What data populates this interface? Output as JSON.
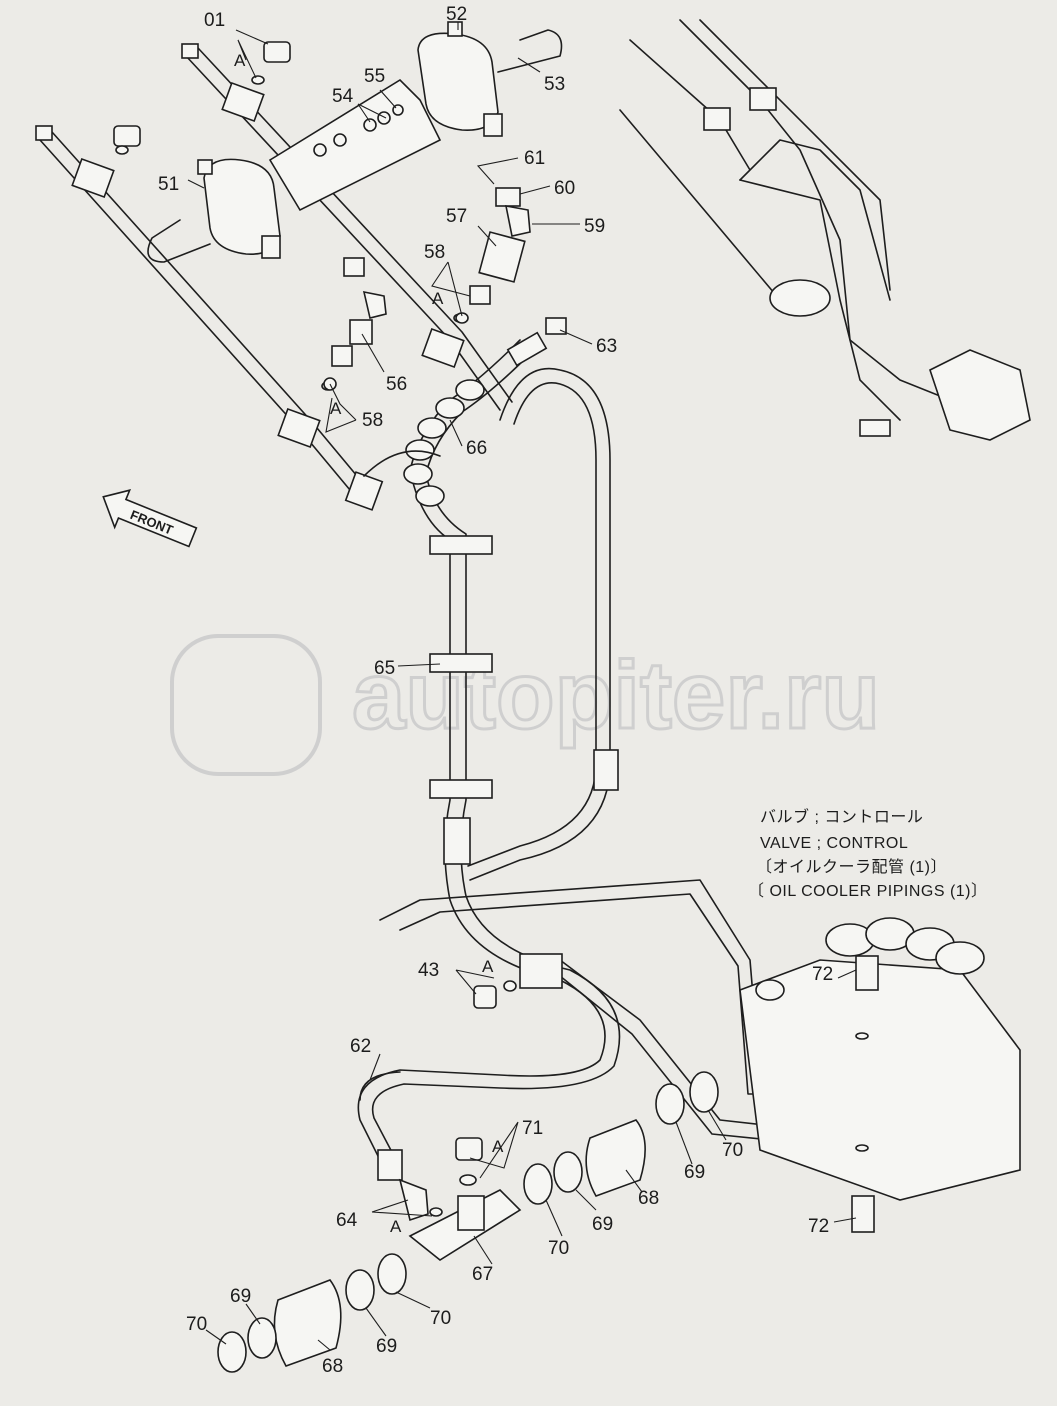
{
  "diagram": {
    "watermark": "autopiter.ru",
    "front_marker": "FRONT",
    "title_lines": [
      "バルブ ; コントロール",
      "VALVE ; CONTROL",
      "〔オイルクーラ配管 (1)〕",
      "〔 OIL COOLER PIPINGS (1)〕"
    ],
    "part_labels": [
      {
        "id": "p01",
        "text": "01"
      },
      {
        "id": "p52",
        "text": "52"
      },
      {
        "id": "p53",
        "text": "53"
      },
      {
        "id": "p54",
        "text": "54"
      },
      {
        "id": "p55",
        "text": "55"
      },
      {
        "id": "p51",
        "text": "51"
      },
      {
        "id": "p61",
        "text": "61"
      },
      {
        "id": "p60",
        "text": "60"
      },
      {
        "id": "p57",
        "text": "57"
      },
      {
        "id": "p59",
        "text": "59"
      },
      {
        "id": "p58a",
        "text": "58"
      },
      {
        "id": "p63",
        "text": "63"
      },
      {
        "id": "p56",
        "text": "56"
      },
      {
        "id": "p58b",
        "text": "58"
      },
      {
        "id": "p66",
        "text": "66"
      },
      {
        "id": "p65",
        "text": "65"
      },
      {
        "id": "p43",
        "text": "43"
      },
      {
        "id": "p72a",
        "text": "72"
      },
      {
        "id": "p62",
        "text": "62"
      },
      {
        "id": "p71",
        "text": "71"
      },
      {
        "id": "p70a",
        "text": "70"
      },
      {
        "id": "p69a",
        "text": "69"
      },
      {
        "id": "p68a",
        "text": "68"
      },
      {
        "id": "p69b",
        "text": "69"
      },
      {
        "id": "p70b",
        "text": "70"
      },
      {
        "id": "p64",
        "text": "64"
      },
      {
        "id": "p67",
        "text": "67"
      },
      {
        "id": "p72b",
        "text": "72"
      },
      {
        "id": "p70c",
        "text": "70"
      },
      {
        "id": "p69c",
        "text": "69"
      },
      {
        "id": "p70d",
        "text": "70"
      },
      {
        "id": "p69d",
        "text": "69"
      },
      {
        "id": "p68b",
        "text": "68"
      }
    ],
    "ref_letter": "A"
  }
}
